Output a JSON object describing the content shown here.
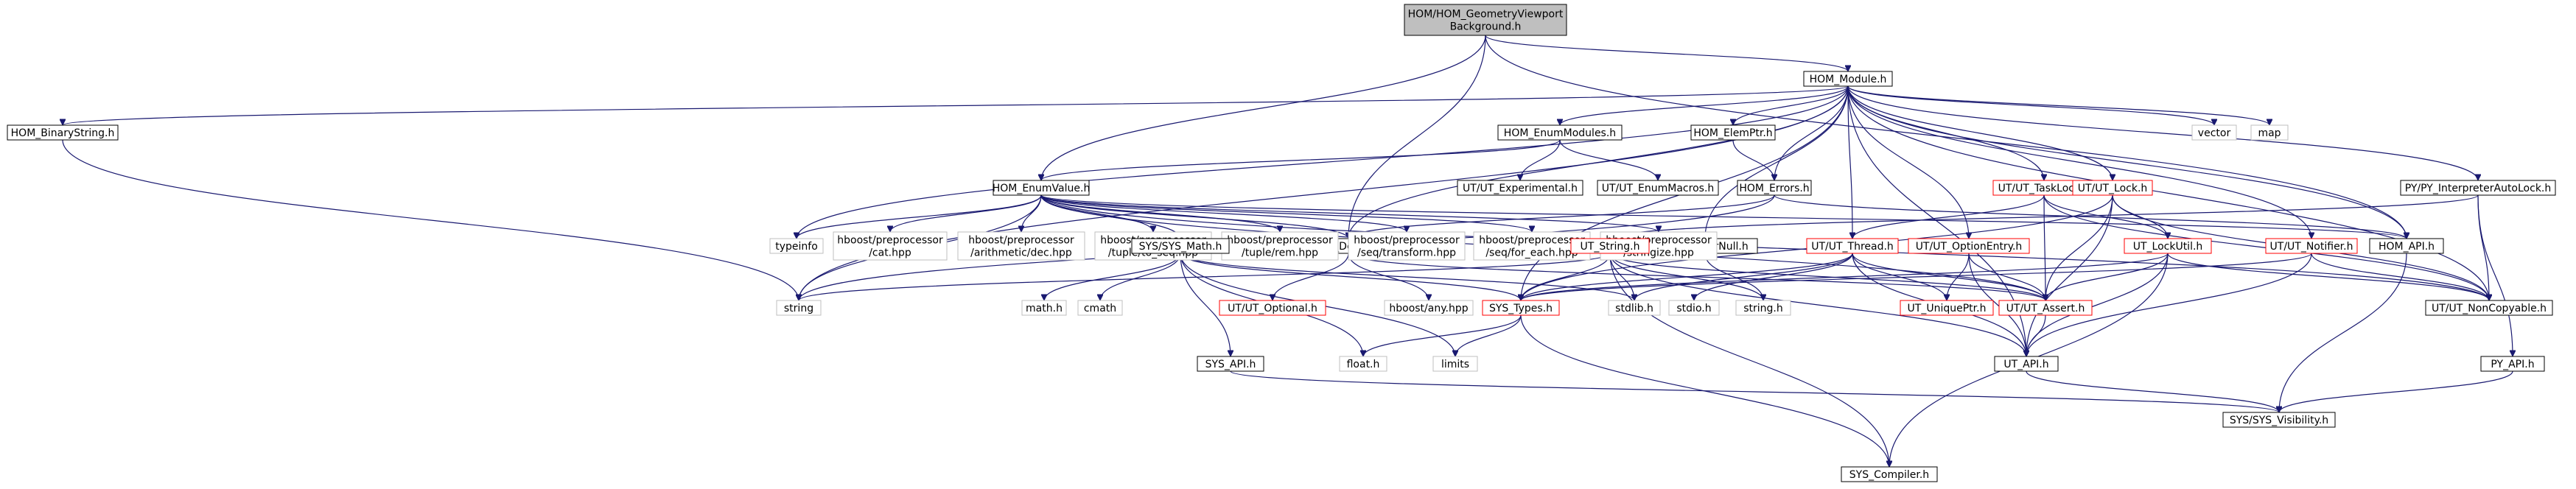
{
  "colors": {
    "edge": "#191970",
    "normal_border": "#000000",
    "undocumented_border": "#ff0000",
    "external_border": "#bfbfbf",
    "root_fill": "#bfbfbf",
    "node_fill": "#ffffff"
  },
  "nodes": [
    {
      "id": "root",
      "lines": [
        "HOM/HOM_GeometryViewport",
        "Background.h"
      ],
      "style": "root"
    },
    {
      "id": "hom_module",
      "lines": [
        "HOM_Module.h"
      ],
      "style": "normal"
    },
    {
      "id": "hom_binarystring",
      "lines": [
        "HOM_BinaryString.h"
      ],
      "style": "normal"
    },
    {
      "id": "hom_enumvalue",
      "lines": [
        "HOM_EnumValue.h"
      ],
      "style": "normal"
    },
    {
      "id": "hom_enummodules",
      "lines": [
        "HOM_EnumModules.h"
      ],
      "style": "normal"
    },
    {
      "id": "hom_elemptr",
      "lines": [
        "HOM_ElemPtr.h"
      ],
      "style": "normal"
    },
    {
      "id": "hom_errors",
      "lines": [
        "HOM_Errors.h"
      ],
      "style": "normal"
    },
    {
      "id": "hom_defines",
      "lines": [
        "HOM_Defines.h"
      ],
      "style": "normal"
    },
    {
      "id": "hom_ptrornull",
      "lines": [
        "HOM_PtrOrNull.h"
      ],
      "style": "normal"
    },
    {
      "id": "hom_api",
      "lines": [
        "HOM_API.h"
      ],
      "style": "normal"
    },
    {
      "id": "ut_experimental",
      "lines": [
        "UT/UT_Experimental.h"
      ],
      "style": "normal"
    },
    {
      "id": "ut_enummacros",
      "lines": [
        "UT/UT_EnumMacros.h"
      ],
      "style": "normal"
    },
    {
      "id": "ut_tasklock",
      "lines": [
        "UT/UT_TaskLock.h"
      ],
      "style": "red"
    },
    {
      "id": "ut_lock",
      "lines": [
        "UT/UT_Lock.h"
      ],
      "style": "red"
    },
    {
      "id": "py_interp",
      "lines": [
        "PY/PY_InterpreterAutoLock.h"
      ],
      "style": "normal"
    },
    {
      "id": "vector",
      "lines": [
        "vector"
      ],
      "style": "gray"
    },
    {
      "id": "map",
      "lines": [
        "map"
      ],
      "style": "gray"
    },
    {
      "id": "typeinfo",
      "lines": [
        "typeinfo"
      ],
      "style": "gray"
    },
    {
      "id": "hb_cat",
      "lines": [
        "hboost/preprocessor",
        "/cat.hpp"
      ],
      "style": "gray"
    },
    {
      "id": "hb_dec",
      "lines": [
        "hboost/preprocessor",
        "/arithmetic/dec.hpp"
      ],
      "style": "gray"
    },
    {
      "id": "hb_toseq",
      "lines": [
        "hboost/preprocessor",
        "/tuple/to_seq.hpp"
      ],
      "style": "gray"
    },
    {
      "id": "hb_rem",
      "lines": [
        "hboost/preprocessor",
        "/tuple/rem.hpp"
      ],
      "style": "gray"
    },
    {
      "id": "hb_transform",
      "lines": [
        "hboost/preprocessor",
        "/seq/transform.hpp"
      ],
      "style": "gray"
    },
    {
      "id": "hb_foreach",
      "lines": [
        "hboost/preprocessor",
        "/seq/for_each.hpp"
      ],
      "style": "gray"
    },
    {
      "id": "hb_stringize",
      "lines": [
        "hboost/preprocessor",
        "/stringize.hpp"
      ],
      "style": "gray"
    },
    {
      "id": "sys_math",
      "lines": [
        "SYS/SYS_Math.h"
      ],
      "style": "normal"
    },
    {
      "id": "ut_string",
      "lines": [
        "UT_String.h"
      ],
      "style": "red"
    },
    {
      "id": "ut_thread",
      "lines": [
        "UT/UT_Thread.h"
      ],
      "style": "red"
    },
    {
      "id": "ut_optionentry",
      "lines": [
        "UT/UT_OptionEntry.h"
      ],
      "style": "red"
    },
    {
      "id": "ut_lockutil",
      "lines": [
        "UT_LockUtil.h"
      ],
      "style": "red"
    },
    {
      "id": "ut_notifier",
      "lines": [
        "UT/UT_Notifier.h"
      ],
      "style": "red"
    },
    {
      "id": "ut_noncopyable",
      "lines": [
        "UT/UT_NonCopyable.h"
      ],
      "style": "normal"
    },
    {
      "id": "string",
      "lines": [
        "string"
      ],
      "style": "gray"
    },
    {
      "id": "math_h",
      "lines": [
        "math.h"
      ],
      "style": "gray"
    },
    {
      "id": "cmath",
      "lines": [
        "cmath"
      ],
      "style": "gray"
    },
    {
      "id": "ut_optional",
      "lines": [
        "UT/UT_Optional.h"
      ],
      "style": "red"
    },
    {
      "id": "hboost_any",
      "lines": [
        "hboost/any.hpp"
      ],
      "style": "gray"
    },
    {
      "id": "sys_types",
      "lines": [
        "SYS_Types.h"
      ],
      "style": "red"
    },
    {
      "id": "stdlib",
      "lines": [
        "stdlib.h"
      ],
      "style": "gray"
    },
    {
      "id": "stdio",
      "lines": [
        "stdio.h"
      ],
      "style": "gray"
    },
    {
      "id": "string_h",
      "lines": [
        "string.h"
      ],
      "style": "gray"
    },
    {
      "id": "ut_uniqueptr",
      "lines": [
        "UT_UniquePtr.h"
      ],
      "style": "red"
    },
    {
      "id": "ut_assert",
      "lines": [
        "UT/UT_Assert.h"
      ],
      "style": "red"
    },
    {
      "id": "float_h",
      "lines": [
        "float.h"
      ],
      "style": "gray"
    },
    {
      "id": "limits",
      "lines": [
        "limits"
      ],
      "style": "gray"
    },
    {
      "id": "sys_api",
      "lines": [
        "SYS_API.h"
      ],
      "style": "normal"
    },
    {
      "id": "ut_api",
      "lines": [
        "UT_API.h"
      ],
      "style": "normal"
    },
    {
      "id": "py_api",
      "lines": [
        "PY_API.h"
      ],
      "style": "normal"
    },
    {
      "id": "sys_visibility",
      "lines": [
        "SYS/SYS_Visibility.h"
      ],
      "style": "normal"
    },
    {
      "id": "sys_compiler",
      "lines": [
        "SYS_Compiler.h"
      ],
      "style": "normal"
    }
  ],
  "edges": [
    [
      "root",
      "hom_module"
    ],
    [
      "root",
      "hom_enumvalue"
    ],
    [
      "root",
      "hom_defines"
    ],
    [
      "root",
      "hom_api"
    ],
    [
      "hom_module",
      "hom_binarystring"
    ],
    [
      "hom_module",
      "hom_enummodules"
    ],
    [
      "hom_module",
      "hom_elemptr"
    ],
    [
      "hom_module",
      "hom_errors"
    ],
    [
      "hom_module",
      "hom_defines"
    ],
    [
      "hom_module",
      "ut_tasklock"
    ],
    [
      "hom_module",
      "ut_lock"
    ],
    [
      "hom_module",
      "py_interp"
    ],
    [
      "hom_module",
      "vector"
    ],
    [
      "hom_module",
      "map"
    ],
    [
      "hom_module",
      "typeinfo"
    ],
    [
      "hom_module",
      "string"
    ],
    [
      "hom_module",
      "hom_api"
    ],
    [
      "hom_module",
      "sys_types"
    ],
    [
      "hom_module",
      "ut_thread"
    ],
    [
      "hom_module",
      "ut_optionentry"
    ],
    [
      "hom_module",
      "ut_notifier"
    ],
    [
      "hom_module",
      "ut_noncopyable"
    ],
    [
      "hom_module",
      "hom_ptrornull"
    ],
    [
      "hom_module",
      "ut_api"
    ],
    [
      "hom_binarystring",
      "string"
    ],
    [
      "hom_enummodules",
      "hom_enumvalue"
    ],
    [
      "hom_enummodules",
      "ut_experimental"
    ],
    [
      "hom_enummodules",
      "ut_enummacros"
    ],
    [
      "hom_elemptr",
      "hom_errors"
    ],
    [
      "hom_errors",
      "hom_defines"
    ],
    [
      "hom_errors",
      "hom_api"
    ],
    [
      "hom_errors",
      "string"
    ],
    [
      "hom_enumvalue",
      "typeinfo"
    ],
    [
      "hom_enumvalue",
      "hb_cat"
    ],
    [
      "hom_enumvalue",
      "hb_dec"
    ],
    [
      "hom_enumvalue",
      "hb_toseq"
    ],
    [
      "hom_enumvalue",
      "hb_rem"
    ],
    [
      "hom_enumvalue",
      "hb_transform"
    ],
    [
      "hom_enumvalue",
      "hb_foreach"
    ],
    [
      "hom_enumvalue",
      "hb_stringize"
    ],
    [
      "hom_enumvalue",
      "sys_math"
    ],
    [
      "hom_enumvalue",
      "hom_defines"
    ],
    [
      "hom_enumvalue",
      "string"
    ],
    [
      "hom_enumvalue",
      "hom_api"
    ],
    [
      "hom_enumvalue",
      "ut_assert"
    ],
    [
      "hom_enumvalue",
      "ut_noncopyable"
    ],
    [
      "hom_defines",
      "ut_optional"
    ],
    [
      "hom_defines",
      "hboost_any"
    ],
    [
      "hom_defines",
      "ut_assert"
    ],
    [
      "hom_ptrornull",
      "string_h"
    ],
    [
      "sys_math",
      "sys_types"
    ],
    [
      "sys_math",
      "math_h"
    ],
    [
      "sys_math",
      "cmath"
    ],
    [
      "sys_math",
      "float_h"
    ],
    [
      "sys_math",
      "limits"
    ],
    [
      "sys_math",
      "sys_api"
    ],
    [
      "sys_math",
      "stdlib"
    ],
    [
      "ut_tasklock",
      "ut_lockutil"
    ],
    [
      "ut_tasklock",
      "ut_assert"
    ],
    [
      "ut_tasklock",
      "ut_noncopyable"
    ],
    [
      "ut_tasklock",
      "ut_thread"
    ],
    [
      "ut_lock",
      "ut_lockutil"
    ],
    [
      "ut_lock",
      "ut_api"
    ],
    [
      "ut_lock",
      "ut_assert"
    ],
    [
      "ut_lock",
      "sys_types"
    ],
    [
      "ut_lock",
      "ut_noncopyable"
    ],
    [
      "py_interp",
      "py_api"
    ],
    [
      "py_interp",
      "ut_noncopyable"
    ],
    [
      "py_interp",
      "ut_string"
    ],
    [
      "ut_string",
      "sys_types"
    ],
    [
      "ut_string",
      "string"
    ],
    [
      "ut_string",
      "stdlib"
    ],
    [
      "ut_string",
      "string_h"
    ],
    [
      "ut_string",
      "ut_api"
    ],
    [
      "ut_string",
      "sys_compiler"
    ],
    [
      "ut_string",
      "ut_assert"
    ],
    [
      "ut_thread",
      "sys_types"
    ],
    [
      "ut_thread",
      "ut_assert"
    ],
    [
      "ut_thread",
      "ut_uniqueptr"
    ],
    [
      "ut_thread",
      "ut_api"
    ],
    [
      "ut_thread",
      "stdio"
    ],
    [
      "ut_thread",
      "stdlib"
    ],
    [
      "ut_optionentry",
      "ut_uniqueptr"
    ],
    [
      "ut_optionentry",
      "ut_assert"
    ],
    [
      "ut_optionentry",
      "ut_api"
    ],
    [
      "ut_lockutil",
      "sys_types"
    ],
    [
      "ut_lockutil",
      "ut_api"
    ],
    [
      "ut_lockutil",
      "sys_compiler"
    ],
    [
      "ut_lockutil",
      "ut_noncopyable"
    ],
    [
      "ut_lockutil",
      "ut_assert"
    ],
    [
      "ut_notifier",
      "sys_types"
    ],
    [
      "ut_notifier",
      "ut_noncopyable"
    ],
    [
      "ut_notifier",
      "ut_api"
    ],
    [
      "sys_types",
      "float_h"
    ],
    [
      "sys_types",
      "limits"
    ],
    [
      "sys_types",
      "sys_compiler"
    ],
    [
      "ut_assert",
      "ut_api"
    ],
    [
      "ut_api",
      "sys_visibility"
    ],
    [
      "sys_api",
      "sys_visibility"
    ],
    [
      "hom_api",
      "sys_visibility"
    ],
    [
      "py_api",
      "sys_visibility"
    ]
  ]
}
